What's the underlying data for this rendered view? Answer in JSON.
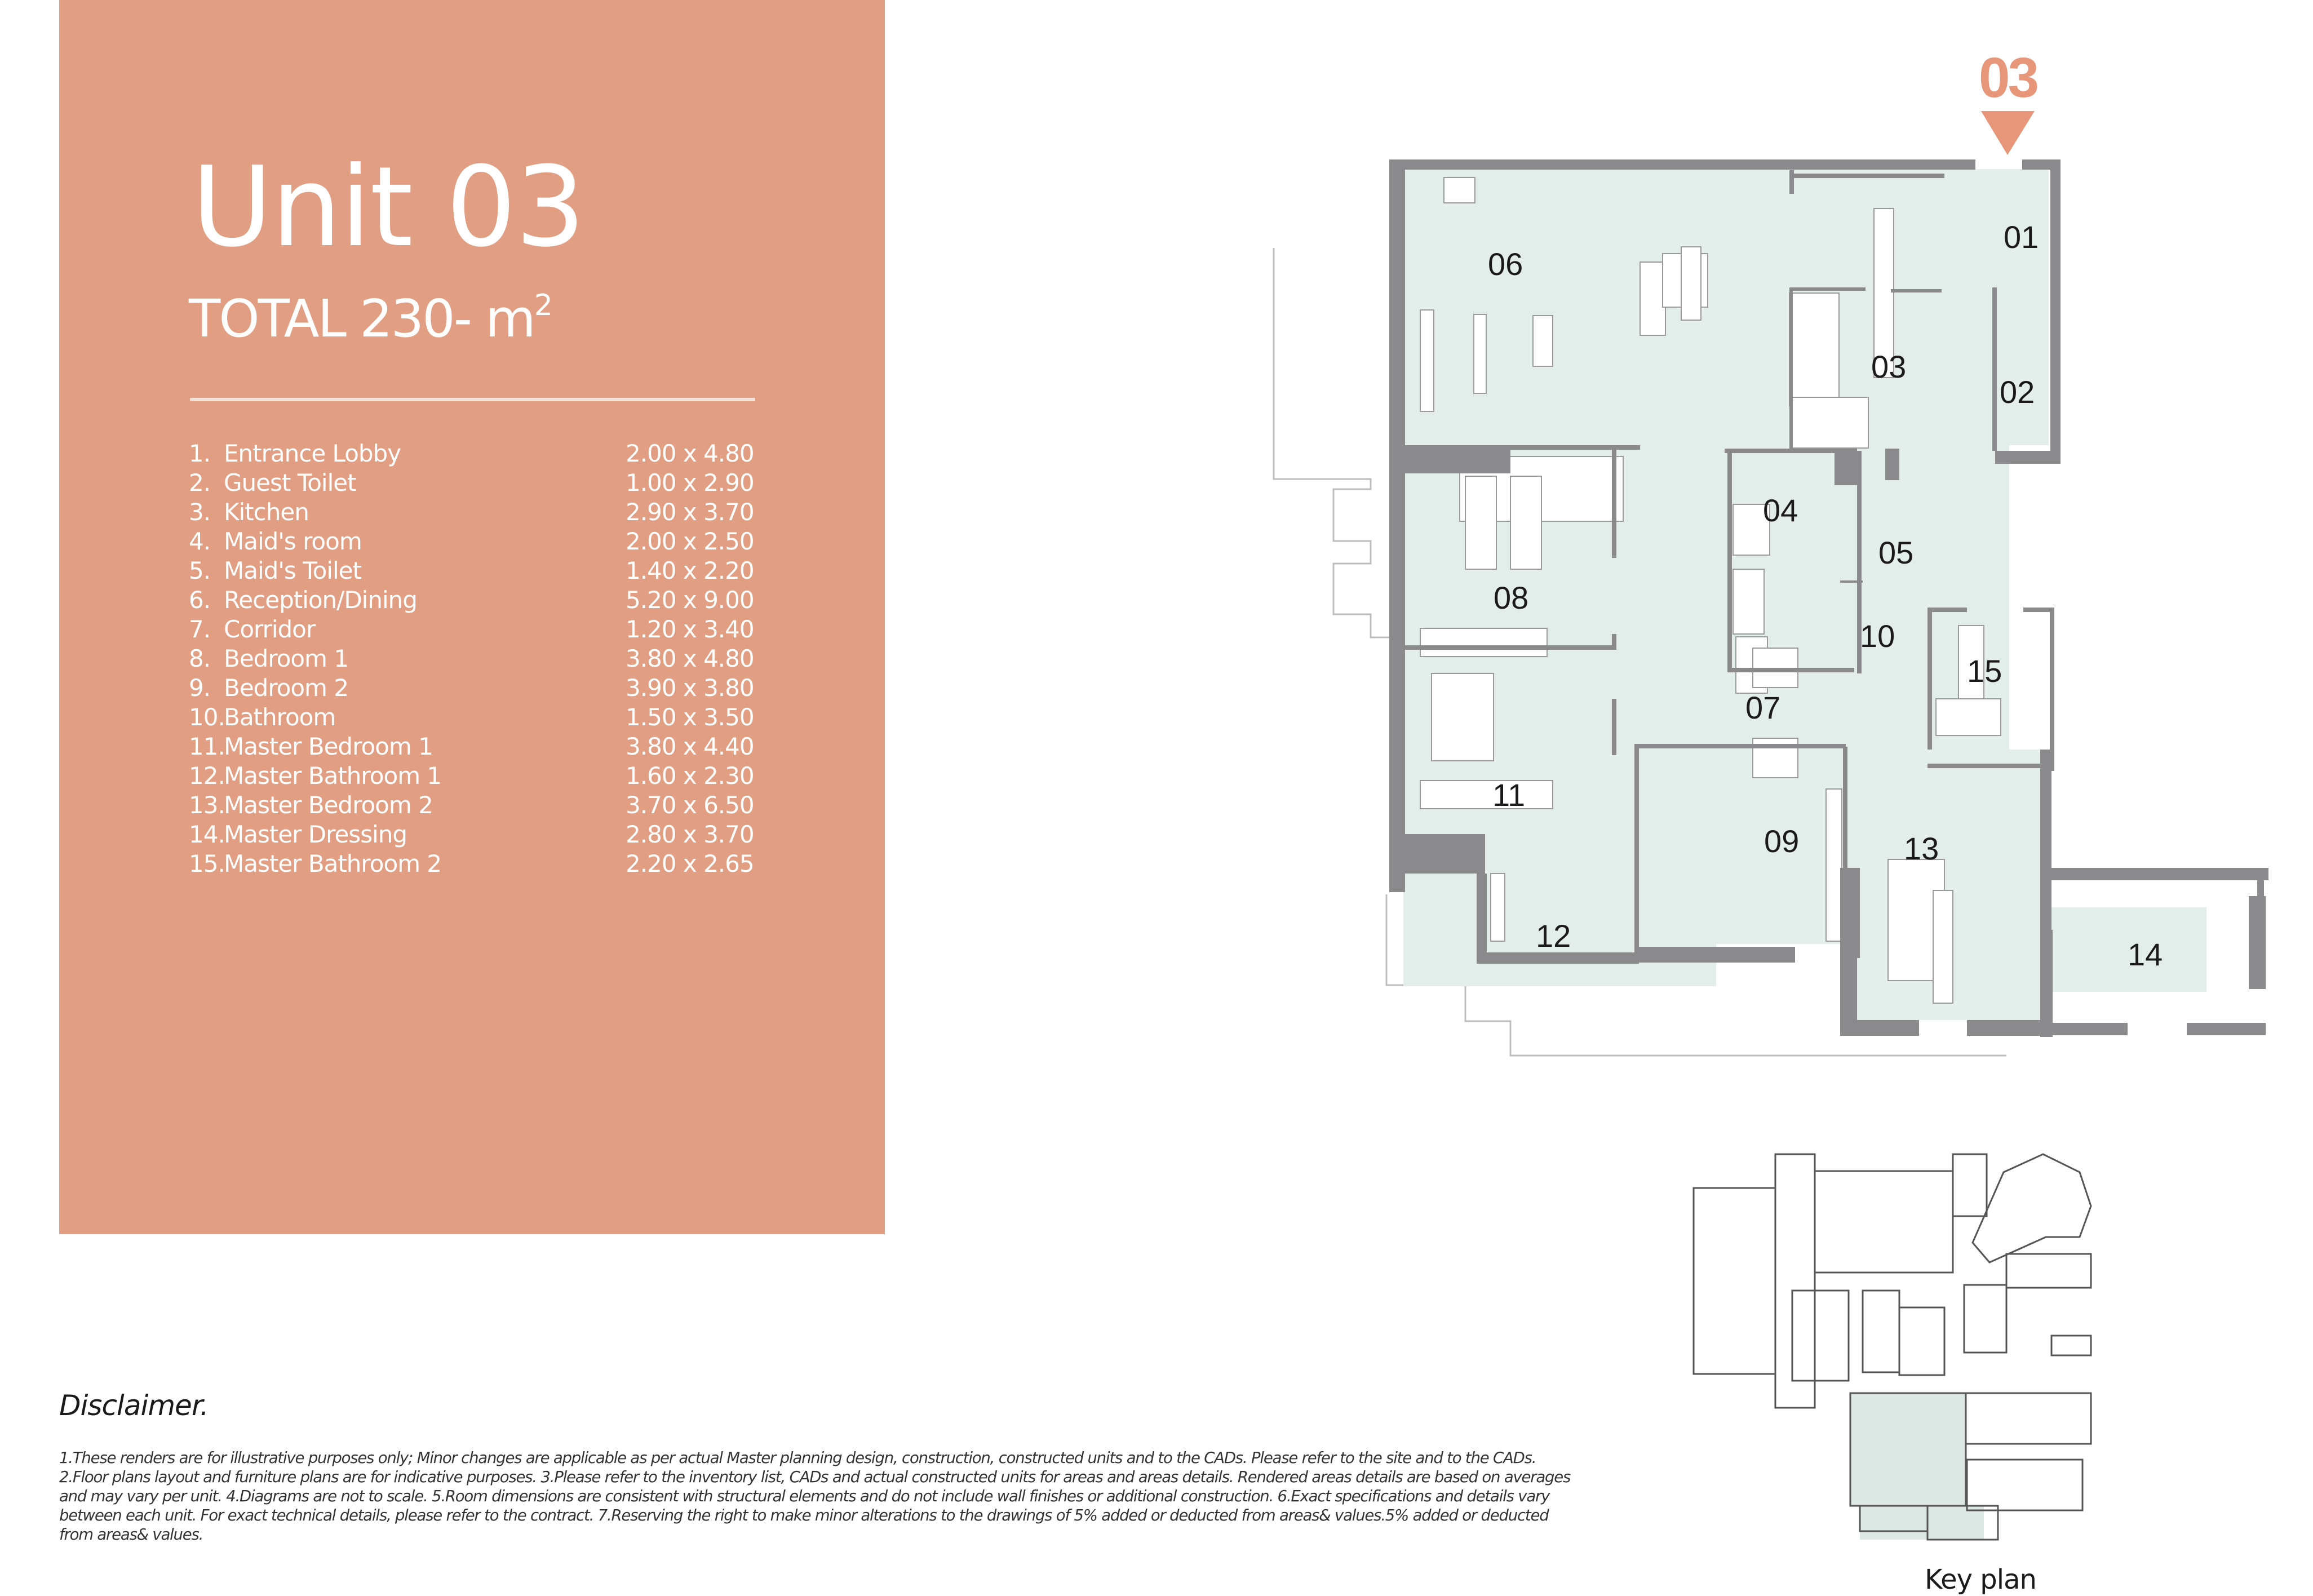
{
  "unit": {
    "title": "Unit 03",
    "total_label": "TOTAL 230- m",
    "total_superscript": "2",
    "accent_color": "#E29E82"
  },
  "rooms": [
    {
      "num": "1.",
      "name": "Entrance Lobby",
      "dims": "2.00 x 4.80"
    },
    {
      "num": "2.",
      "name": "Guest Toilet",
      "dims": "1.00 x 2.90"
    },
    {
      "num": "3.",
      "name": "Kitchen",
      "dims": "2.90 x 3.70"
    },
    {
      "num": "4.",
      "name": "Maid's room",
      "dims": "2.00 x 2.50"
    },
    {
      "num": "5.",
      "name": "Maid's Toilet",
      "dims": "1.40 x 2.20"
    },
    {
      "num": "6.",
      "name": "Reception/Dining",
      "dims": "5.20 x 9.00"
    },
    {
      "num": "7.",
      "name": "Corridor",
      "dims": "1.20 x 3.40"
    },
    {
      "num": "8.",
      "name": "Bedroom 1",
      "dims": "3.80 x 4.80"
    },
    {
      "num": "9.",
      "name": "Bedroom 2",
      "dims": "3.90 x 3.80"
    },
    {
      "num": "10.",
      "name": "Bathroom",
      "dims": "1.50 x 3.50"
    },
    {
      "num": "11.",
      "name": "Master Bedroom 1",
      "dims": "3.80 x 4.40"
    },
    {
      "num": "12.",
      "name": "Master Bathroom 1",
      "dims": "1.60 x 2.30"
    },
    {
      "num": "13.",
      "name": "Master Bedroom 2",
      "dims": "3.70 x 6.50"
    },
    {
      "num": "14.",
      "name": "Master Dressing",
      "dims": "2.80 x 3.70"
    },
    {
      "num": "15.",
      "name": "Master Bathroom 2",
      "dims": "2.20 x 2.65"
    }
  ],
  "floorplan": {
    "marker": "03",
    "marker_color": "#E8967A",
    "wall_color": "#8A8A8C",
    "floor_color": "#E3EDEA",
    "room_labels": [
      "01",
      "02",
      "03",
      "04",
      "05",
      "06",
      "07",
      "08",
      "09",
      "10",
      "11",
      "12",
      "13",
      "14",
      "15"
    ]
  },
  "keyplan": {
    "label": "Key plan",
    "highlight_color": "#DDE8E4"
  },
  "disclaimer": {
    "title": "Disclaimer.",
    "body": "1.These renders are for illustrative purposes only; Minor changes are applicable as per actual Master planning design, construction, constructed units and to the CADs. Please refer to the site and to the CADs. 2.Floor plans layout and furniture plans are for indicative purposes. 3.Please refer to the inventory list, CADs and actual constructed units for areas and areas details. Rendered areas details are based on averages and may vary per unit. 4.Diagrams are not to scale. 5.Room dimensions are consistent with structural elements and do not include wall finishes or additional construction. 6.Exact specifications and details vary between each unit. For exact technical details, please refer to the contract. 7.Reserving the right to make minor alterations to the drawings of 5% added or deducted from areas& values.5% added or deducted from areas& values."
  }
}
